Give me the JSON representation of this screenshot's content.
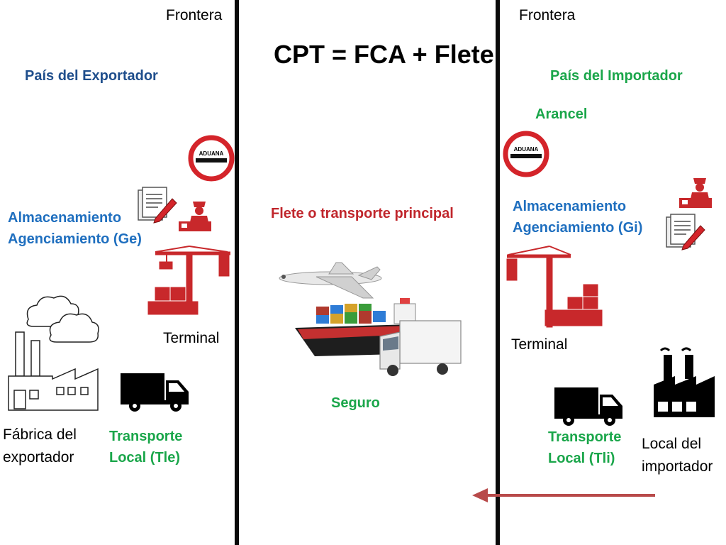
{
  "title": "CPT = FCA + Flete",
  "frontera_left": "Frontera",
  "frontera_right": "Frontera",
  "exporter_country": "País del Exportador",
  "importer_country": "País del Importador",
  "arancel": "Arancel",
  "aduana_left": "ADUANA",
  "aduana_right": "ADUANA",
  "storage_left": {
    "line1": "Almacenamiento",
    "line2": "Agenciamiento (Ge)"
  },
  "storage_right": {
    "line1": "Almacenamiento",
    "line2": "Agenciamiento (Gi)"
  },
  "main_freight": "Flete o transporte principal",
  "insurance": "Seguro",
  "terminal_left": "Terminal",
  "terminal_right": "Terminal",
  "factory": {
    "line1": "Fábrica del",
    "line2": "exportador"
  },
  "local_transport_left": {
    "line1": "Transporte",
    "line2": "Local (Tle)"
  },
  "local_transport_right": {
    "line1": "Transporte",
    "line2": "Local (Tli)"
  },
  "importer_premises": {
    "line1": "Local del",
    "line2": "importador"
  },
  "colors": {
    "blue": "#1f5ba8",
    "green": "#1aa64a",
    "red": "#c0262c",
    "crane_red": "#c8282b",
    "arrow": "#b84a4a"
  }
}
